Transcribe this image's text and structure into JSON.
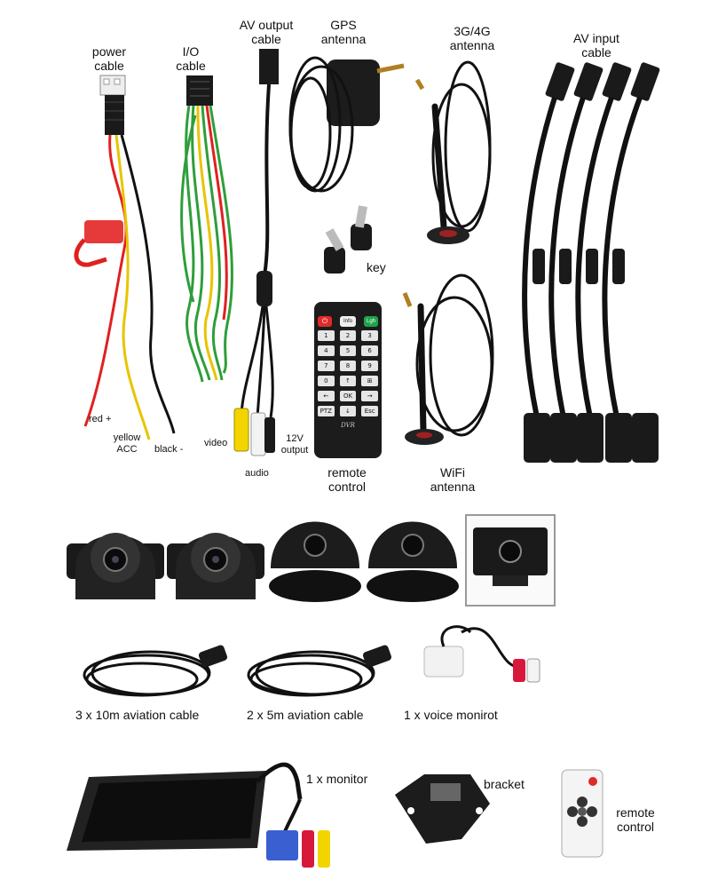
{
  "colors": {
    "cable": "#111111",
    "wire_green": "#2e9e3a",
    "wire_yellow": "#e8c400",
    "wire_red": "#e02020",
    "connector": "#1a1a1a",
    "rca_yellow": "#f2d400",
    "rca_red": "#d8183a",
    "rca_white": "#f3f3f3",
    "button_red": "#e02a2a",
    "button_green": "#1fa34a",
    "vga_blue": "#3a5fd0"
  },
  "labels": {
    "power_cable": "power\ncable",
    "io_cable": "I/O\ncable",
    "av_output_cable": "AV output\ncable",
    "gps_antenna": "GPS\nantenna",
    "antenna_3g4g": "3G/4G\nantenna",
    "av_input_cable": "AV input\ncable",
    "key": "key",
    "red_plus": "red +",
    "yellow_acc": "yellow\nACC",
    "black_minus": "black -",
    "video": "video",
    "audio": "audio",
    "output_12v": "12V\noutput",
    "remote_control_1": "remote\ncontrol",
    "wifi_antenna": "WiFi\nantenna",
    "aviation_10m": "3 x 10m aviation cable",
    "aviation_5m": "2 x 5m aviation cable",
    "voice_monitor": "1 x voice monirot",
    "monitor": "1 x monitor",
    "bracket": "bracket",
    "remote_control_2": "remote\ncontrol"
  },
  "remote": {
    "brand": "DVR",
    "top_buttons": [
      "",
      "Info",
      "Lgh"
    ],
    "keys": [
      "1",
      "2",
      "3",
      "4",
      "5",
      "6",
      "7",
      "8",
      "9",
      "0",
      "↑",
      "⊞",
      "←",
      "OK",
      "→",
      "PTZ",
      "↓",
      "Esc"
    ]
  },
  "icons": {
    "power": "power-icon",
    "grid": "grid-icon"
  }
}
